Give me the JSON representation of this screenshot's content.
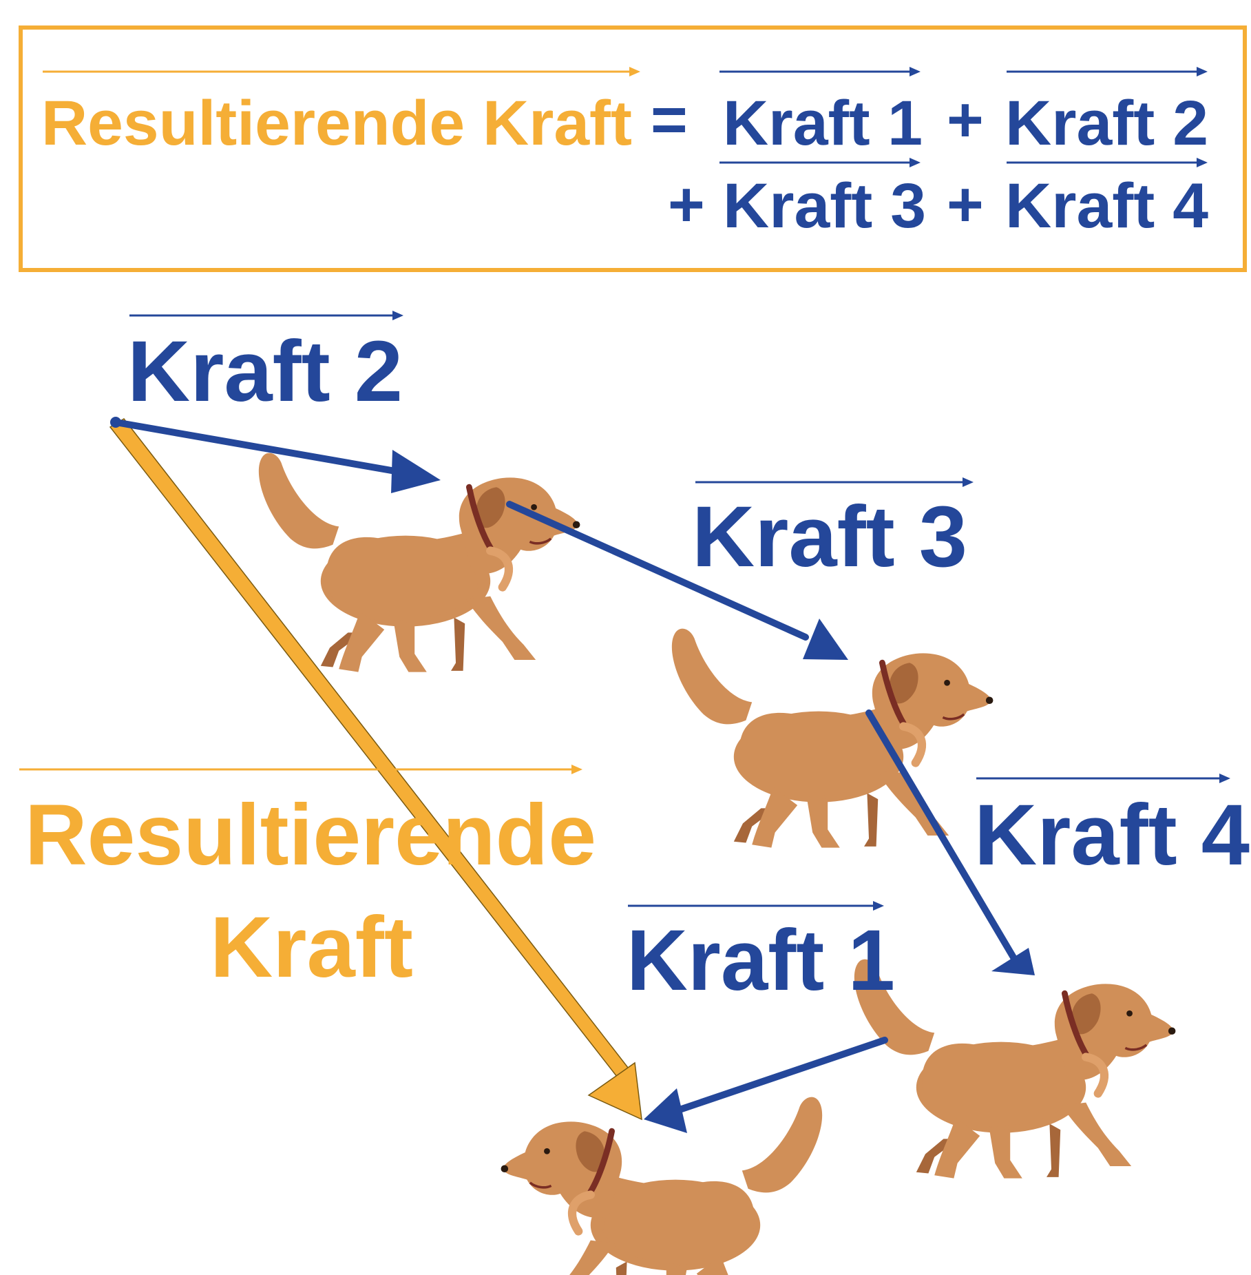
{
  "colors": {
    "blue": "#24479a",
    "orange": "#f5ae36",
    "dog_body": "#d08f58",
    "dog_dark": "#a7673a",
    "dog_light": "#dfa06a",
    "collar": "#7a2e24"
  },
  "equation": {
    "lhs": "Resultierende Kraft",
    "equals": "=",
    "term1": "Kraft 1",
    "plus1": "+",
    "term2": "Kraft 2",
    "plus2": "+",
    "term3": "Kraft 3",
    "plus3": "+",
    "term4": "Kraft 4"
  },
  "labels": {
    "force2": "Kraft 2",
    "force3": "Kraft 3",
    "force4": "Kraft 4",
    "force1": "Kraft 1",
    "resultant_line1": "Resultierende",
    "resultant_line2": "Kraft"
  },
  "icons": [
    "dog-icon",
    "vector-arrow-icon"
  ]
}
